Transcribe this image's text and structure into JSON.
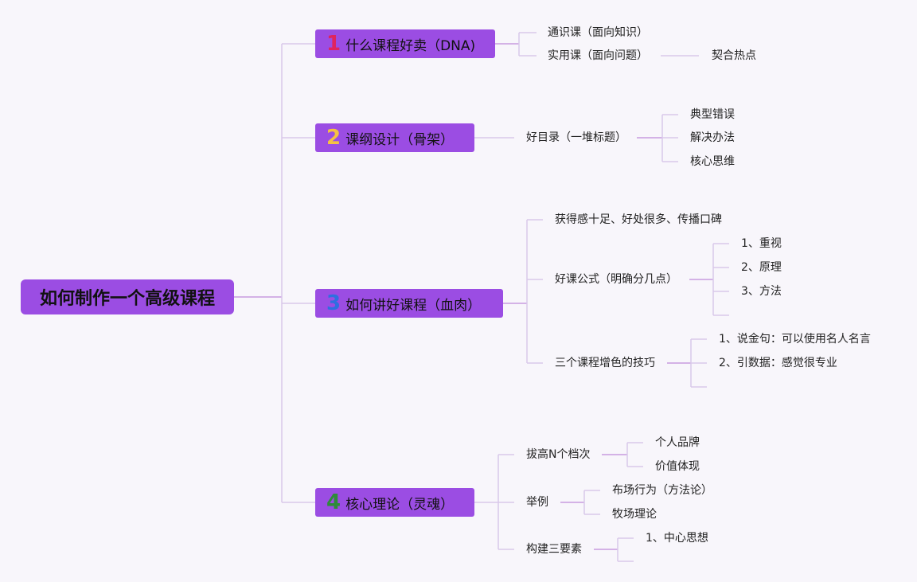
{
  "root": {
    "title": "如何制作一个高级课程"
  },
  "colors": {
    "node_fill": "#9b4de3",
    "edge": "#d9c8ea",
    "edge_strong": "#c79bdf",
    "num1": "#e0245e",
    "num2": "#f5c242",
    "num3": "#2f6fe0",
    "num4": "#2e8b3a"
  },
  "branches": [
    {
      "num": "1",
      "label": "什么课程好卖（DNA)",
      "children": [
        {
          "label": "通识课（面向知识）"
        },
        {
          "label": "实用课（面向问题）",
          "children": [
            {
              "label": "契合热点"
            }
          ]
        }
      ]
    },
    {
      "num": "2",
      "label": "课纲设计（骨架）",
      "children": [
        {
          "label": "好目录（一堆标题）",
          "children": [
            {
              "label": "典型错误"
            },
            {
              "label": "解决办法"
            },
            {
              "label": "核心思维"
            }
          ]
        }
      ]
    },
    {
      "num": "3",
      "label": "如何讲好课程（血肉）",
      "children": [
        {
          "label": "获得感十足、好处很多、传播口碑"
        },
        {
          "label": "好课公式（明确分几点）",
          "children": [
            {
              "label": "1、重视"
            },
            {
              "label": "2、原理"
            },
            {
              "label": "3、方法"
            }
          ]
        },
        {
          "label": "三个课程增色的技巧",
          "children": [
            {
              "label": "1、说金句：可以使用名人名言"
            },
            {
              "label": "2、引数据：感觉很专业"
            }
          ]
        }
      ]
    },
    {
      "num": "4",
      "label": "核心理论（灵魂）",
      "children": [
        {
          "label": "拔高N个档次",
          "children": [
            {
              "label": "个人品牌"
            },
            {
              "label": "价值体现"
            }
          ]
        },
        {
          "label": "举例",
          "children": [
            {
              "label": "布场行为（方法论）"
            },
            {
              "label": "牧场理论"
            }
          ]
        },
        {
          "label": "构建三要素",
          "children": [
            {
              "label": "1、中心思想"
            }
          ]
        }
      ]
    }
  ]
}
